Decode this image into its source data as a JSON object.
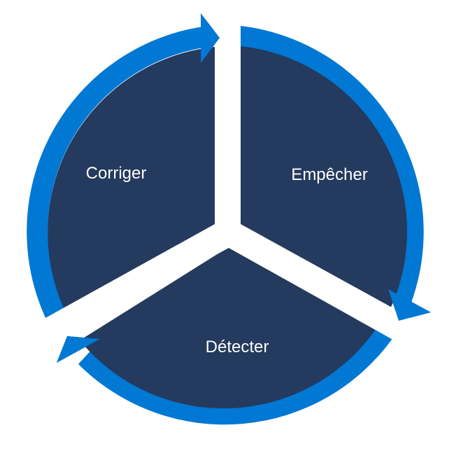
{
  "diagram": {
    "type": "cycle",
    "colors": {
      "ring": "#0078D4",
      "segment": "#243A5E",
      "background": "#FFFFFF",
      "label": "#FFFFFF"
    },
    "segments": [
      {
        "id": "prevent",
        "label": "Empêcher",
        "position": "top-right"
      },
      {
        "id": "detect",
        "label": "Détecter",
        "position": "bottom"
      },
      {
        "id": "correct",
        "label": "Corriger",
        "position": "top-left"
      }
    ],
    "flow": [
      "Empêcher",
      "Détecter",
      "Corriger",
      "Empêcher"
    ],
    "direction": "clockwise"
  }
}
